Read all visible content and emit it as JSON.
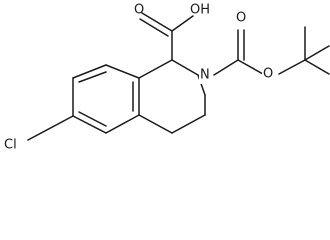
{
  "molecule": {
    "labels": {
      "cooh": "OH",
      "carbonyl_o_acid": "O",
      "nitrogen": "N",
      "carbonyl_o_boc": "O",
      "ester_o": "O",
      "chlorine": "Cl"
    }
  }
}
